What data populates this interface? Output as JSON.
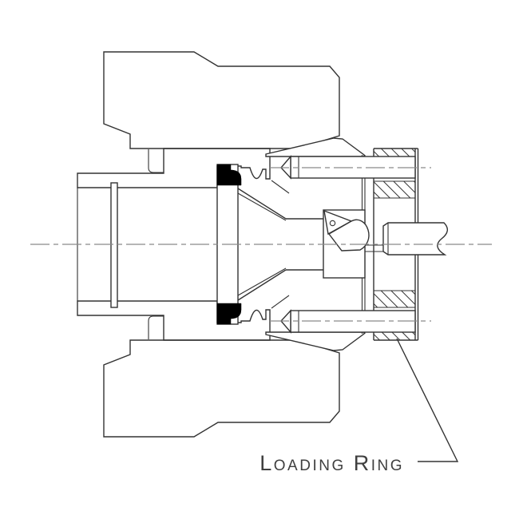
{
  "annotation": {
    "label": "Loading Ring"
  },
  "colors": {
    "background": "#ffffff",
    "line": "#333333",
    "centerline": "#8a8a8a",
    "seal_fill": "#000000"
  },
  "figure": {
    "type": "technical-section-drawing",
    "description": "Cross-section of a collet/chuck style spindle assembly with a loading ring called out by a leader line",
    "elements": [
      "spindle-housing-upper",
      "spindle-housing-lower",
      "clamp-nut-and-bore-upper",
      "clamp-nut-and-bore-lower",
      "draw-disc",
      "collet-flange",
      "seal-upper",
      "seal-lower",
      "collet-cone",
      "retainer-cap-upper",
      "retainer-cap-lower",
      "dowel-pin-upper",
      "dowel-pin-lower",
      "face-plate",
      "loading-ring",
      "tool-block",
      "triangular-insert",
      "tool-nose",
      "workpiece-bar",
      "leader-line",
      "main-centerline",
      "pin-centerline-upper",
      "pin-centerline-lower"
    ]
  }
}
